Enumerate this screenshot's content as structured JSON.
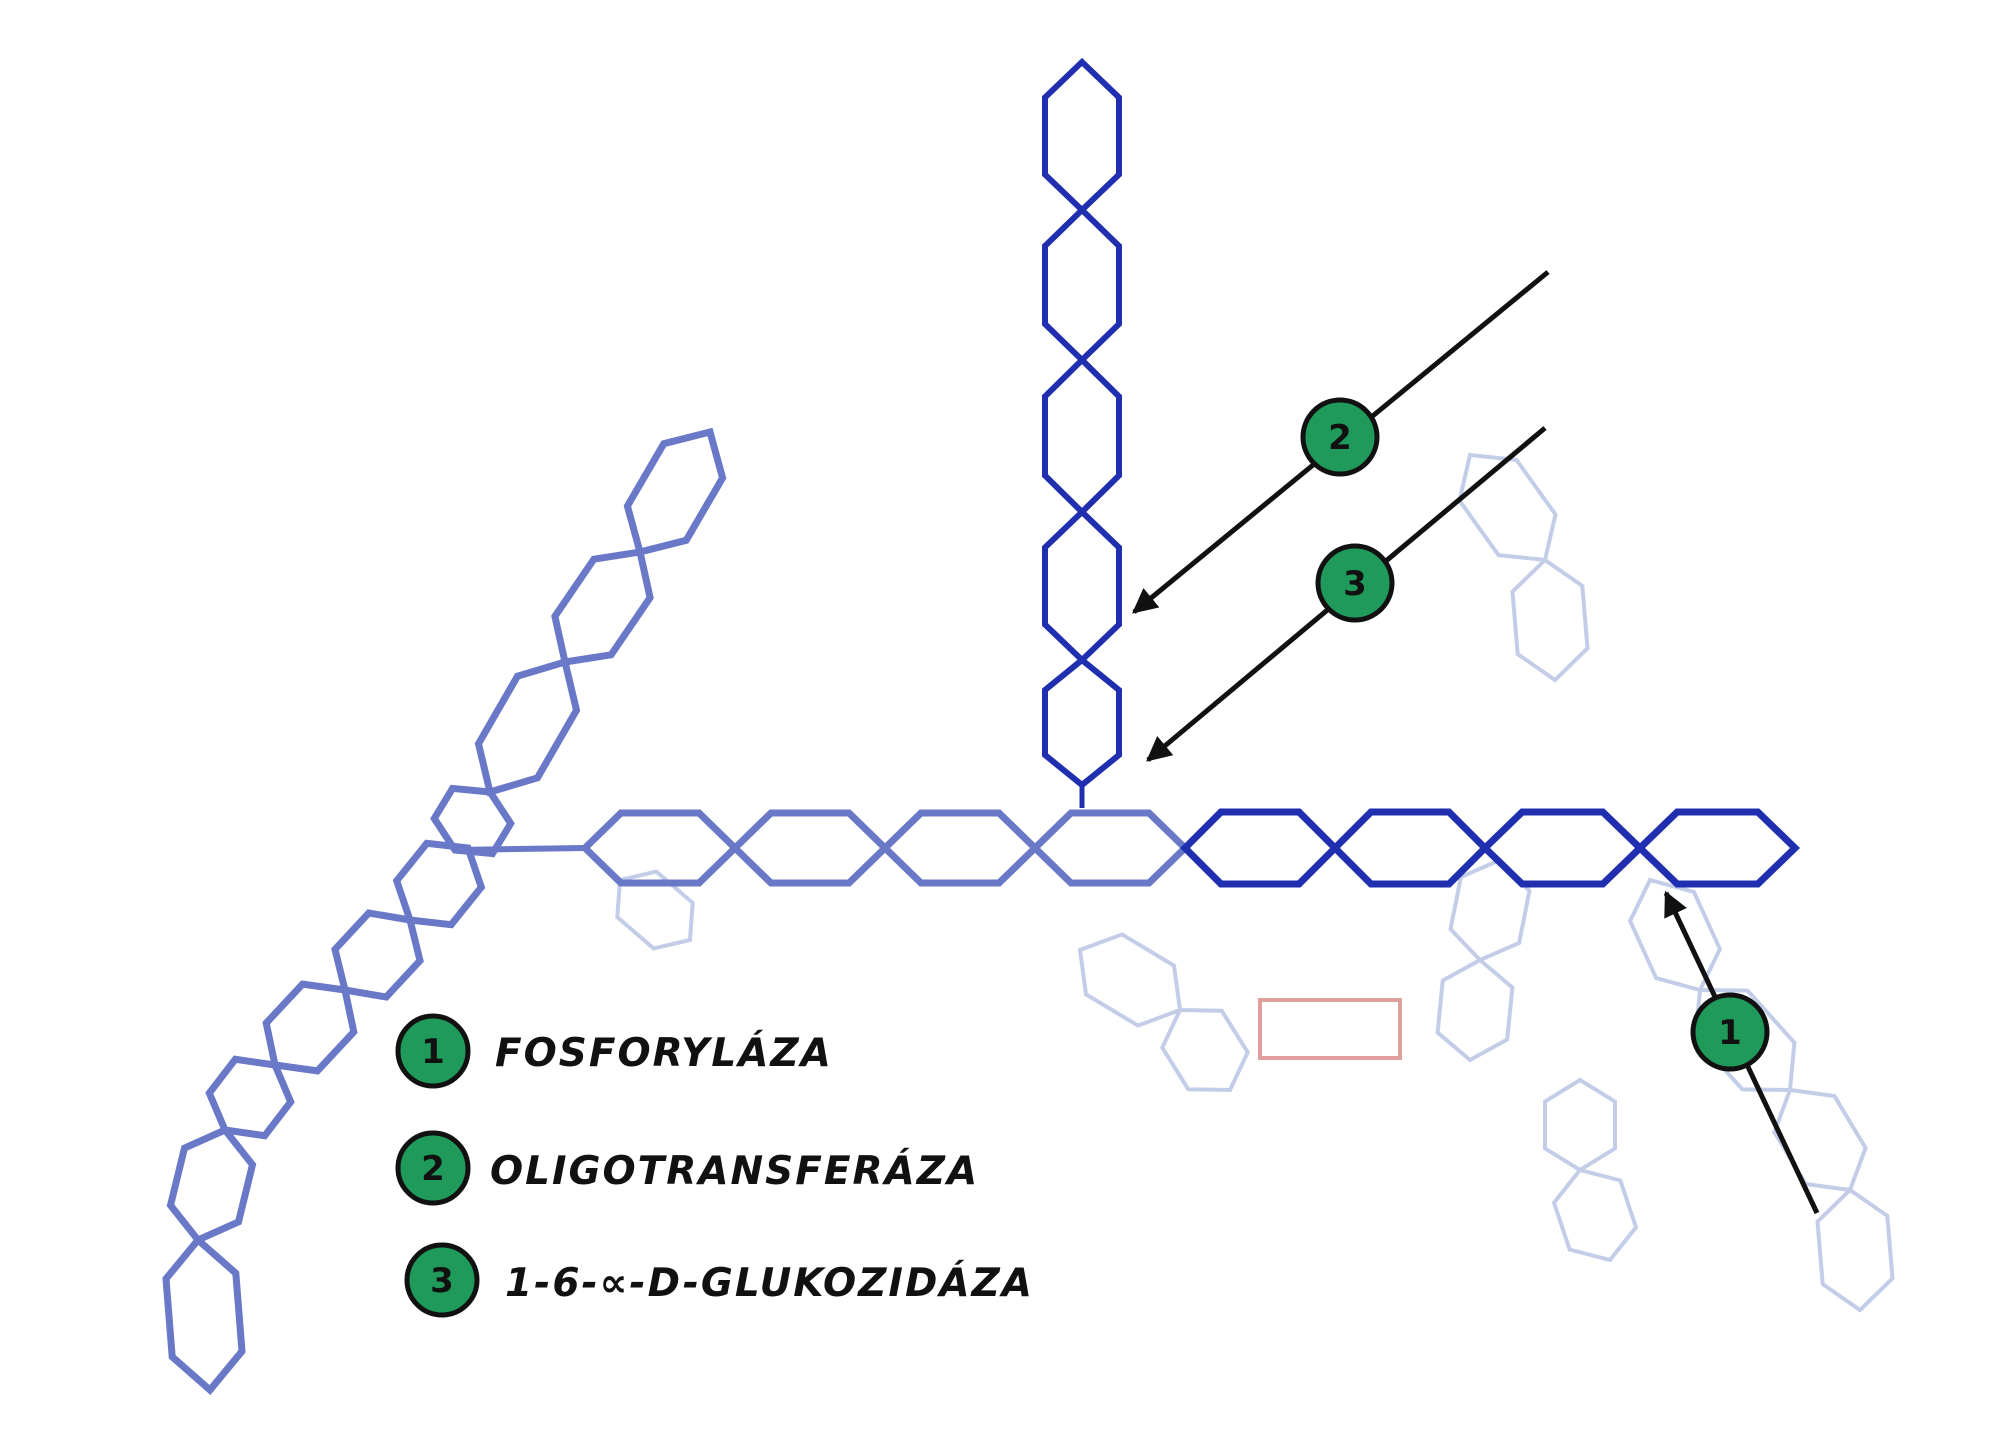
{
  "legend": {
    "items": [
      {
        "number": "1",
        "label": "FOSFORYLÁZA"
      },
      {
        "number": "2",
        "label": "OLIGOTRANSFERÁZA"
      },
      {
        "number": "3",
        "label": "1-6-∝-D-GLUKOZIDÁZA"
      }
    ]
  },
  "arrows": [
    {
      "number": "2"
    },
    {
      "number": "3"
    },
    {
      "number": "1"
    }
  ],
  "colors": {
    "chain_dark": "#1f2fb0",
    "chain_faded": "#6a78c8",
    "ghost": "#c3cde8",
    "badge_fill": "#1f9a5a",
    "badge_stroke": "#111111",
    "arrow": "#111111",
    "stamp": "#b0302a"
  }
}
